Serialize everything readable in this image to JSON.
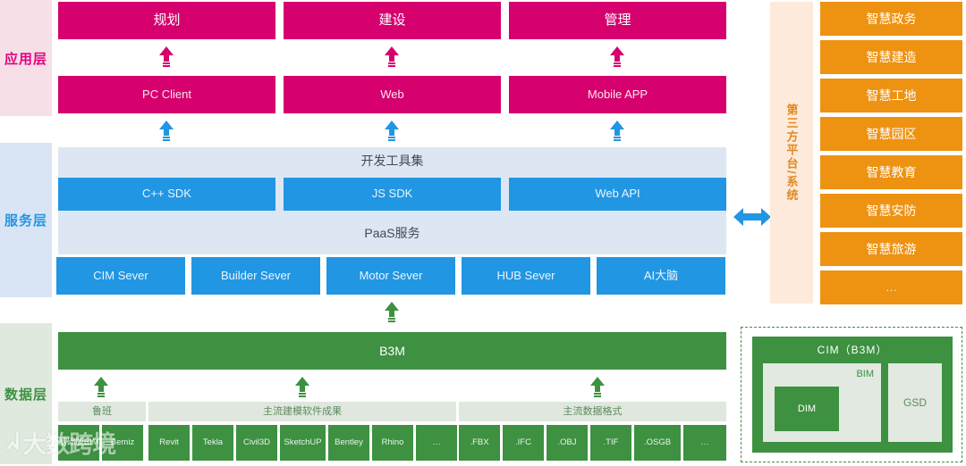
{
  "layers": [
    {
      "label": "应用层"
    },
    {
      "label": "服务层"
    },
    {
      "label": "数据层"
    }
  ],
  "application_layer": {
    "top_row": [
      {
        "label": "规划"
      },
      {
        "label": "建设"
      },
      {
        "label": "管理"
      }
    ],
    "client_row": [
      {
        "label": "PC Client"
      },
      {
        "label": "Web"
      },
      {
        "label": "Mobile APP"
      }
    ]
  },
  "service_layer": {
    "dev_toolkit_label": "开发工具集",
    "sdk_row": [
      {
        "label": "C++ SDK"
      },
      {
        "label": "JS SDK"
      },
      {
        "label": "Web API"
      }
    ],
    "paas_label": "PaaS服务",
    "server_row": [
      {
        "label": "CIM Sever"
      },
      {
        "label": "Builder Sever"
      },
      {
        "label": "Motor Sever"
      },
      {
        "label": "HUB Sever"
      },
      {
        "label": "AI大脑"
      }
    ]
  },
  "data_layer": {
    "b3m_label": "B3M",
    "groups": [
      {
        "label": "鲁班",
        "items": [
          "基础版BIM",
          "Bemiz"
        ]
      },
      {
        "label": "主流建模软件成果",
        "items": [
          "Revit",
          "Tekla",
          "Civil3D",
          "SketchUP",
          "Bentley",
          "Rhino",
          "…"
        ]
      },
      {
        "label": "主流数据格式",
        "items": [
          ".FBX",
          ".IFC",
          ".OBJ",
          ".TIF",
          ".OSGB",
          "…"
        ]
      }
    ]
  },
  "third_party": {
    "column_label": "第三方平台/系统",
    "items": [
      {
        "label": "智慧政务"
      },
      {
        "label": "智慧建造"
      },
      {
        "label": "智慧工地"
      },
      {
        "label": "智慧园区"
      },
      {
        "label": "智慧教育"
      },
      {
        "label": "智慧安防"
      },
      {
        "label": "智慧旅游"
      },
      {
        "label": "…"
      }
    ]
  },
  "cim_panel": {
    "title": "CIM（B3M）",
    "bim_label": "BIM",
    "dim_label": "DIM",
    "gsd_label": "GSD"
  },
  "watermark": {
    "logo": "ᖽ",
    "text": "大数跨境"
  },
  "colors": {
    "pink": "#d6006e",
    "pink_pale": "#f7dfe8",
    "blue": "#2196e3",
    "blue_pale": "#d9e5f5",
    "green": "#3d9141",
    "green_pale": "#dfe9de",
    "orange": "#ee9212",
    "orange_pale": "#fdeadb"
  }
}
